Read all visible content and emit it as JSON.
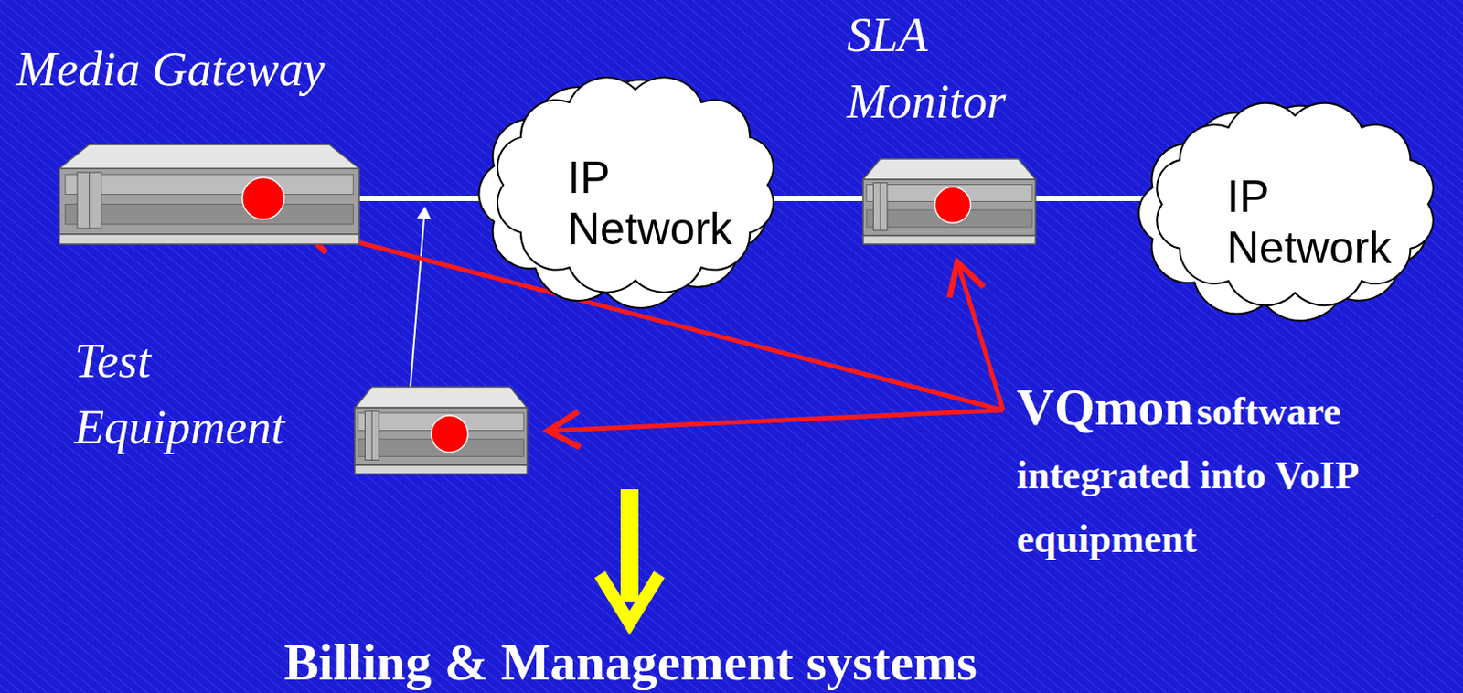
{
  "diagram": {
    "nodes": [
      {
        "text": [
          "Media Gateway"
        ]
      },
      {
        "text": [
          "IP Network"
        ]
      },
      {
        "text": [
          "SLA Monitor"
        ]
      },
      {
        "text": [
          "IP Network"
        ]
      },
      {
        "text": [
          "Test Equipment"
        ]
      }
    ],
    "edges": [
      {
        "from": 0,
        "to": 1,
        "arrow": "none"
      },
      {
        "from": 1,
        "to": 2,
        "arrow": "none"
      },
      {
        "from": 2,
        "to": 3,
        "arrow": "none"
      }
    ],
    "labels": [
      "VQmon",
      "software integrated into VoIP equipment",
      "Billing & Management systems"
    ]
  }
}
